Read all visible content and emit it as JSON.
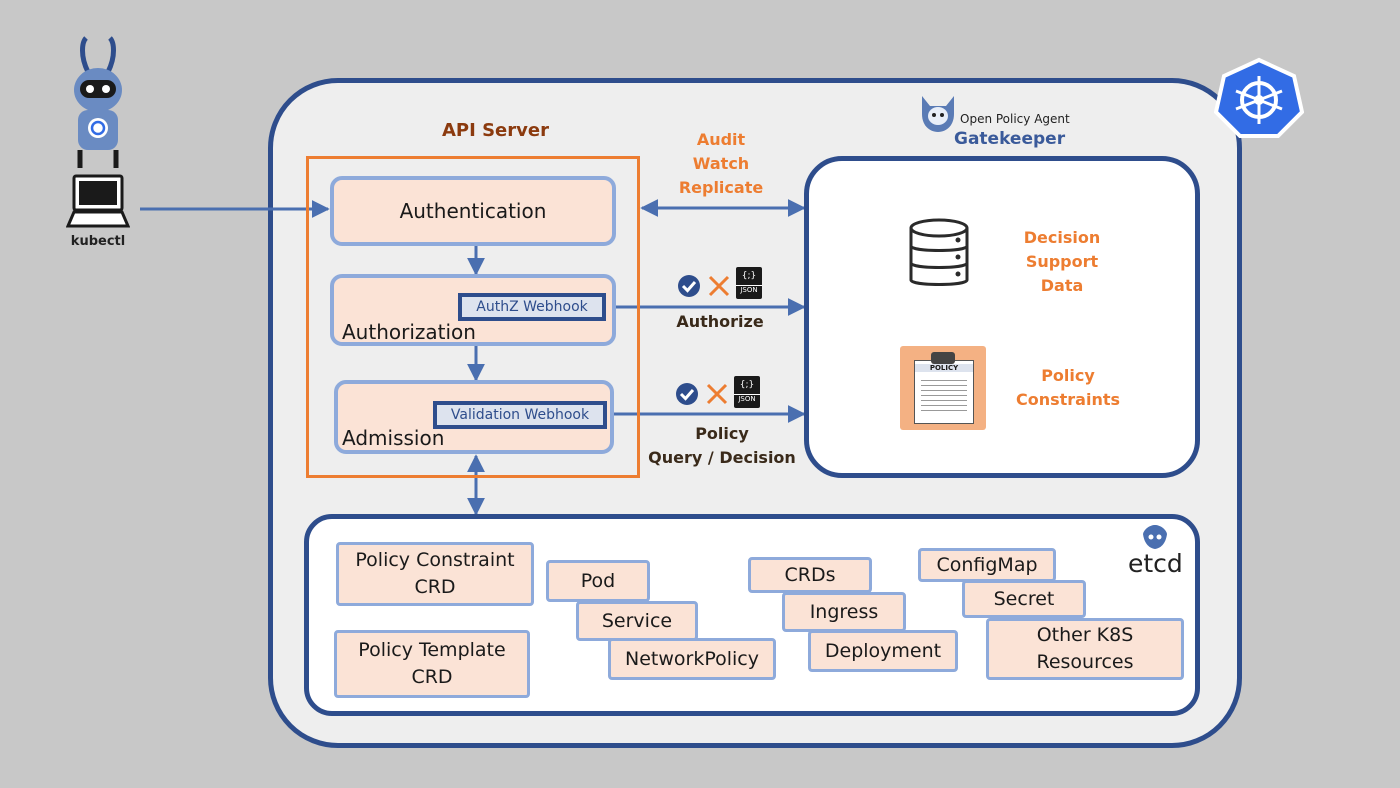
{
  "client": {
    "label": "kubectl"
  },
  "cluster": {
    "api_server": {
      "title": "API Server",
      "authentication": "Authentication",
      "authorization": "Authorization",
      "admission": "Admission",
      "authz_webhook": "AuthZ Webhook",
      "validation_webhook": "Validation Webhook"
    },
    "flows": {
      "audit": [
        "Audit",
        "Watch",
        "Replicate"
      ],
      "authorize": "Authorize",
      "policy": [
        "Policy",
        "Query / Decision"
      ],
      "json_tag": "JSON",
      "json_braces": "{;}"
    },
    "gatekeeper": {
      "brand_line": "Open Policy Agent",
      "name": "Gatekeeper",
      "decision_data": [
        "Decision",
        "Support",
        "Data"
      ],
      "policy_constraints": [
        "Policy",
        "Constraints"
      ],
      "clipboard_title": "POLICY"
    },
    "etcd": {
      "label": "etcd",
      "resources": [
        "Policy Constraint CRD",
        "Policy Template CRD",
        "Pod",
        "Service",
        "NetworkPolicy",
        "CRDs",
        "Ingress",
        "Deployment",
        "ConfigMap",
        "Secret",
        "Other K8S Resources"
      ]
    }
  },
  "colors": {
    "navy": "#2e4d8c",
    "orange": "#ed7d31",
    "peach": "#fbe3d6",
    "light_blue": "#8eaadb",
    "background": "#c8c8c8"
  }
}
